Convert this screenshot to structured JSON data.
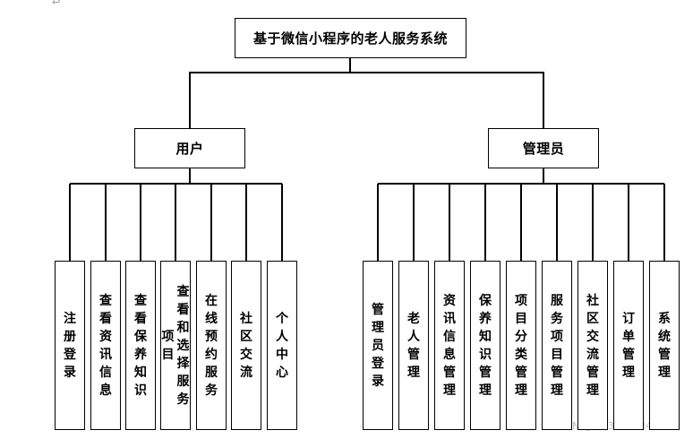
{
  "root": {
    "label": "基于微信小程序的老人服务系统"
  },
  "user": {
    "label": "用户",
    "children": [
      "注册登录",
      "查看资讯信息",
      "查看保养知识",
      "查看和选择服务项目",
      "在线预约服务",
      "社区交流",
      "个人中心"
    ]
  },
  "admin": {
    "label": "管理员",
    "children": [
      "管理员登录",
      "老人管理",
      "资讯信息管理",
      "保养知识管理",
      "项目分类管理",
      "服务项目管理",
      "社区交流管理",
      "订单管理",
      "系统管理"
    ]
  },
  "top_mark": "↩",
  "watermark": "CSDN @QQ3680324001"
}
